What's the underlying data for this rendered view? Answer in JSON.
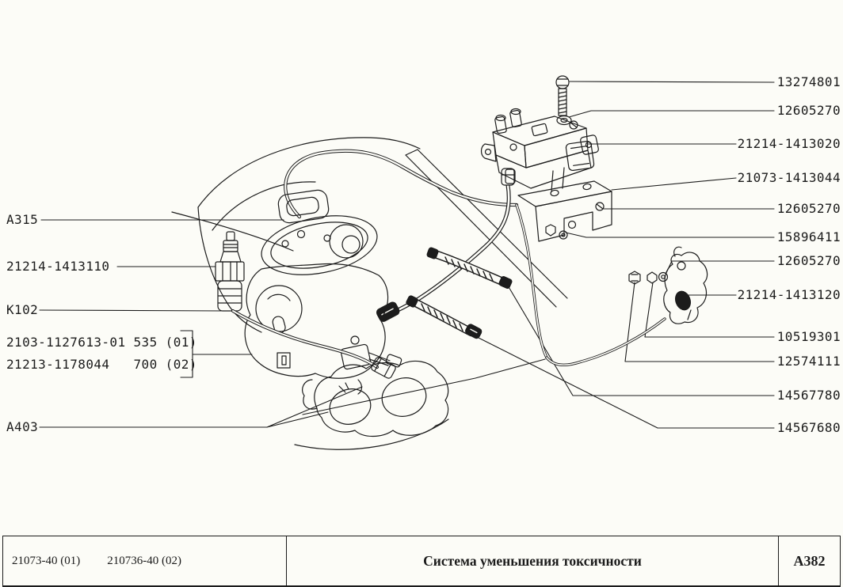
{
  "colors": {
    "ink": "#1c1c1c",
    "paper": "#fcfcf7"
  },
  "diagram": {
    "left_labels": {
      "air_cleaner": "A315",
      "sensor": "21214-1413110",
      "wire": "K102",
      "gasket": "A403"
    },
    "variant_box": {
      "line1": "2103-1127613-01 535 (01)",
      "line2": "21213-1178044   700 (02)"
    },
    "right_labels": [
      "13274801",
      "12605270",
      "21214-1413020",
      "21073-1413044",
      "12605270",
      "15896411",
      "12605270",
      "21214-1413120",
      "10519301",
      "12574111",
      "14567780",
      "14567680"
    ]
  },
  "footer": {
    "model_code_1": "21073-40 (01)",
    "model_code_2": "210736-40 (02)",
    "title": "Система уменьшения токсичности",
    "sheet": "А382"
  }
}
